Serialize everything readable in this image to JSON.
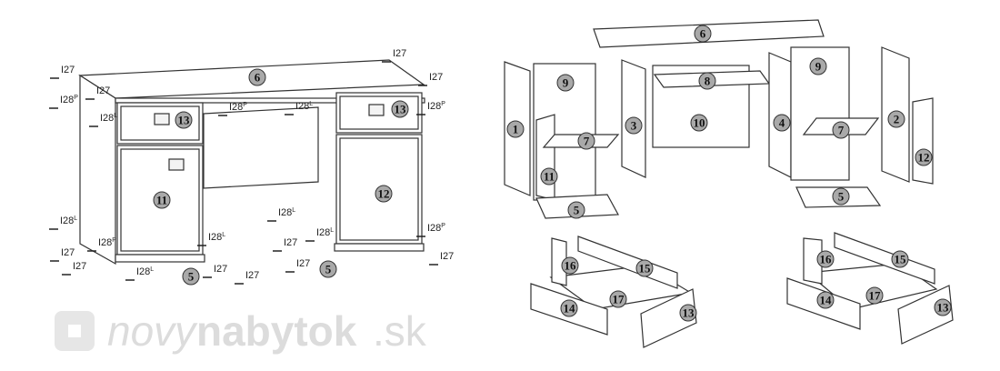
{
  "diagram": {
    "watermark": {
      "brand_script": "novy",
      "brand_bold": "nabytok",
      "suffix": ".sk"
    },
    "assembled_view": {
      "parts": [
        "6",
        "13",
        "13",
        "11",
        "12",
        "5",
        "5"
      ],
      "hardware": [
        {
          "code": "I27"
        },
        {
          "code": "I28",
          "sup": "P"
        },
        {
          "code": "I27"
        },
        {
          "code": "I28",
          "sup": "L"
        },
        {
          "code": "I28",
          "sup": "P"
        },
        {
          "code": "I28",
          "sup": "L"
        },
        {
          "code": "I27"
        },
        {
          "code": "I27"
        },
        {
          "code": "I28",
          "sup": "P"
        },
        {
          "code": "I28",
          "sup": "L"
        },
        {
          "code": "I27"
        },
        {
          "code": "I28",
          "sup": "P"
        },
        {
          "code": "I27"
        },
        {
          "code": "I28",
          "sup": "L"
        },
        {
          "code": "I27"
        },
        {
          "code": "I28",
          "sup": "L"
        },
        {
          "code": "I27"
        },
        {
          "code": "I28",
          "sup": "L"
        },
        {
          "code": "I27"
        },
        {
          "code": "I28",
          "sup": "P"
        },
        {
          "code": "I27"
        },
        {
          "code": "I28",
          "sup": "L"
        },
        {
          "code": "I27"
        }
      ]
    },
    "exploded_view": {
      "parts": [
        "6",
        "9",
        "8",
        "9",
        "1",
        "3",
        "10",
        "4",
        "2",
        "7",
        "7",
        "11",
        "12",
        "5",
        "5"
      ]
    },
    "drawer_views": {
      "parts": [
        "16",
        "15",
        "17",
        "14",
        "13",
        "16",
        "15",
        "17",
        "14",
        "13"
      ]
    }
  }
}
